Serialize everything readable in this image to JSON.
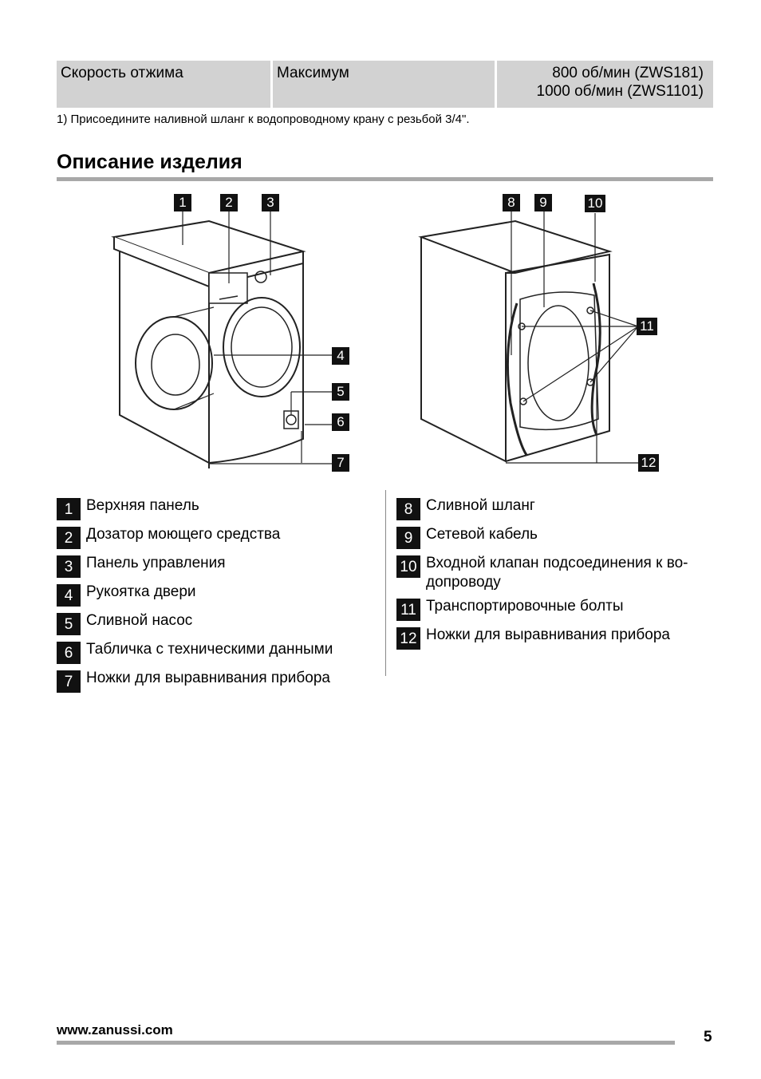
{
  "spec_row": {
    "label": "Скорость отжима",
    "mode": "Максимум",
    "values": [
      "800 об/мин (ZWS181)",
      "1000 об/мин (ZWS1101)"
    ]
  },
  "footnote": "1) Присоедините наливной шланг к водопроводному крану с резьбой 3/4\".",
  "section_title": "Описание изделия",
  "figure_callouts": [
    "1",
    "2",
    "3",
    "4",
    "5",
    "6",
    "7",
    "8",
    "9",
    "10",
    "11",
    "12"
  ],
  "legend_left": [
    {
      "num": "1",
      "text": "Верхняя панель"
    },
    {
      "num": "2",
      "text": "Дозатор моющего средства"
    },
    {
      "num": "3",
      "text": "Панель управления"
    },
    {
      "num": "4",
      "text": "Рукоятка двери"
    },
    {
      "num": "5",
      "text": "Сливной насос"
    },
    {
      "num": "6",
      "text": "Табличка с техническими данными"
    },
    {
      "num": "7",
      "text": "Ножки для выравнивания прибора"
    }
  ],
  "legend_right": [
    {
      "num": "8",
      "text": "Сливной шланг"
    },
    {
      "num": "9",
      "text": "Сетевой кабель"
    },
    {
      "num": "10",
      "text": "Входной клапан подсоединения к во-допроводу"
    },
    {
      "num": "11",
      "text": "Транспортировочные болты"
    },
    {
      "num": "12",
      "text": "Ножки для выравнивания прибора"
    }
  ],
  "footer": {
    "url": "www.zanussi.com",
    "page": "5"
  }
}
